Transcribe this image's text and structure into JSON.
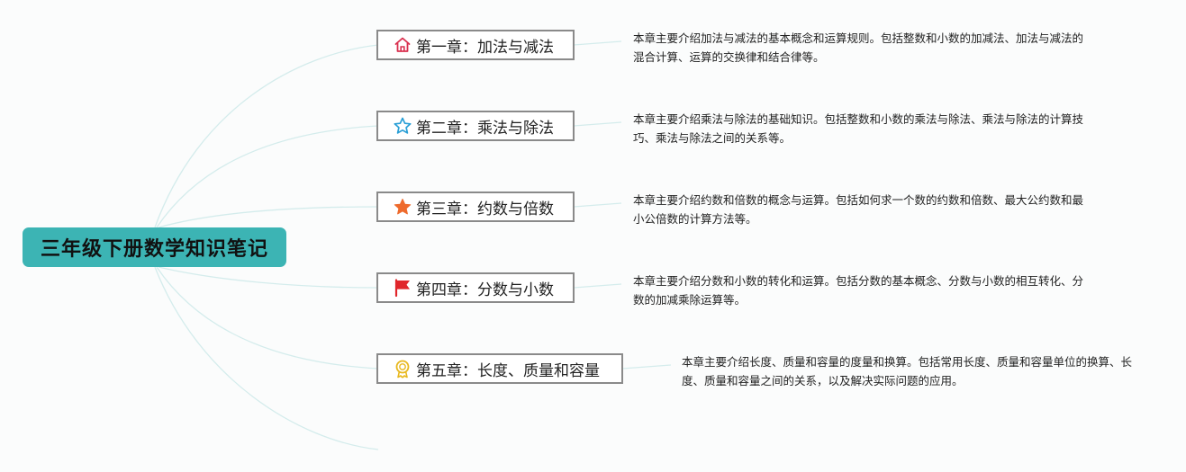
{
  "root": {
    "title": "三年级下册数学知识笔记",
    "color": "#3cb4b4"
  },
  "chapters": [
    {
      "icon": "house-icon",
      "title": "第一章：加法与减法",
      "desc": "本章主要介绍加法与减法的基本概念和运算规则。包括整数和小数的加减法、加法与减法的混合计算、运算的交换律和结合律等。"
    },
    {
      "icon": "star-outline-icon",
      "title": "第二章：乘法与除法",
      "desc": "本章主要介绍乘法与除法的基础知识。包括整数和小数的乘法与除法、乘法与除法的计算技巧、乘法与除法之间的关系等。"
    },
    {
      "icon": "star-filled-icon",
      "title": "第三章：约数与倍数",
      "desc": "本章主要介绍约数和倍数的概念与运算。包括如何求一个数的约数和倍数、最大公约数和最小公倍数的计算方法等。"
    },
    {
      "icon": "flag-icon",
      "title": "第四章：分数与小数",
      "desc": "本章主要介绍分数和小数的转化和运算。包括分数的基本概念、分数与小数的相互转化、分数的加减乘除运算等。"
    },
    {
      "icon": "medal-icon",
      "title": "第五章：长度、质量和容量",
      "desc": "本章主要介绍长度、质量和容量的度量和换算。包括常用长度、质量和容量单位的换算、长度、质量和容量之间的关系，以及解决实际问题的应用。"
    }
  ]
}
